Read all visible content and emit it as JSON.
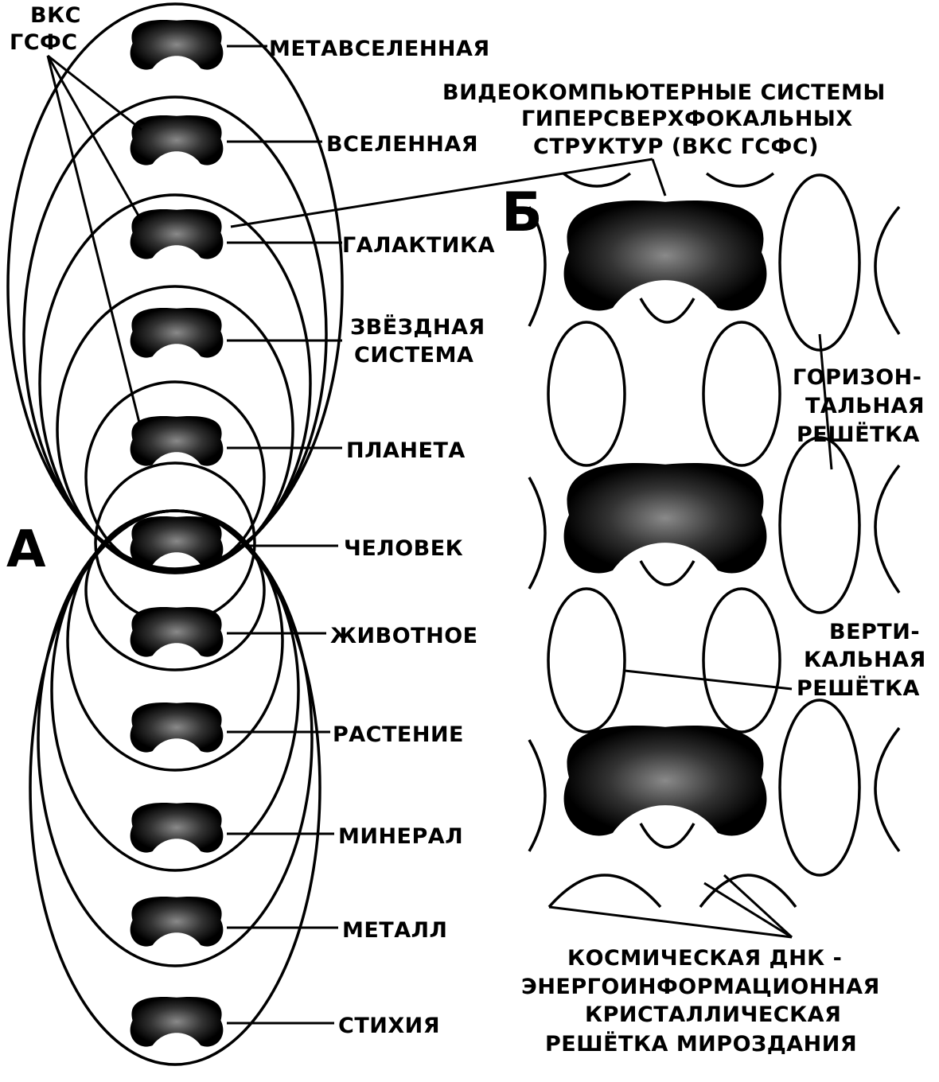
{
  "panel_a": {
    "letter": "А",
    "vks_label": [
      "ВКС",
      "ГСФС"
    ],
    "levels": [
      {
        "label": [
          "МЕТАВСЕЛЕННАЯ"
        ]
      },
      {
        "label": [
          "ВСЕЛЕННАЯ"
        ]
      },
      {
        "label": [
          "ГАЛАКТИКА"
        ]
      },
      {
        "label": [
          "ЗВЁЗДНАЯ",
          "СИСТЕМА"
        ]
      },
      {
        "label": [
          "ПЛАНЕТА"
        ]
      },
      {
        "label": [
          "ЧЕЛОВЕК"
        ]
      },
      {
        "label": [
          "ЖИВОТНОЕ"
        ]
      },
      {
        "label": [
          "РАСТЕНИЕ"
        ]
      },
      {
        "label": [
          "МИНЕРАЛ"
        ]
      },
      {
        "label": [
          "МЕТАЛЛ"
        ]
      },
      {
        "label": [
          "СТИХИЯ"
        ]
      }
    ]
  },
  "panel_b": {
    "letter": "Б",
    "title": [
      "ВИДЕОКОМПЬЮТЕРНЫЕ СИСТЕМЫ",
      "ГИПЕРСВЕРХФОКАЛЬНЫХ",
      "СТРУКТУР  (ВКС ГСФС)"
    ],
    "horizontal": [
      "ГОРИЗОН-",
      "ТАЛЬНАЯ",
      "РЕШЁТКА"
    ],
    "vertical": [
      "ВЕРТИ-",
      "КАЛЬНАЯ",
      "РЕШЁТКА"
    ],
    "dna": [
      "КОСМИЧЕСКАЯ ДНК -",
      "ЭНЕРГОИНФОРМАЦИОННАЯ",
      "КРИСТАЛЛИЧЕСКАЯ",
      "РЕШЁТКА МИРОЗДАНИЯ"
    ]
  }
}
